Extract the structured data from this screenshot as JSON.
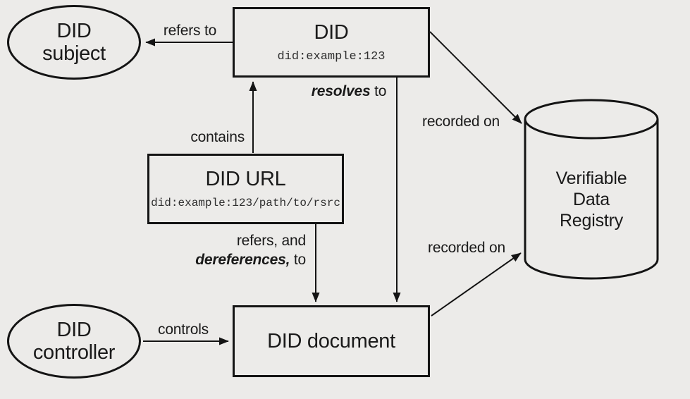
{
  "colors": {
    "background": "#ECEBE9",
    "stroke": "#141414",
    "text": "#1A1A1A",
    "mono_text": "#2E2E2E"
  },
  "nodes": {
    "did_subject": {
      "line1": "DID",
      "line2": "subject"
    },
    "did": {
      "title": "DID",
      "identifier": "did:example:123"
    },
    "did_url": {
      "title": "DID URL",
      "identifier": "did:example:123/path/to/rsrc"
    },
    "did_document": {
      "title": "DID document"
    },
    "did_controller": {
      "line1": "DID",
      "line2": "controller"
    },
    "verifiable_data_registry": {
      "line1": "Verifiable",
      "line2": "Data",
      "line3": "Registry"
    }
  },
  "edges": {
    "refers_to": {
      "label": "refers to"
    },
    "contains": {
      "label": "contains"
    },
    "resolves_to": {
      "emphasis": "resolves",
      "suffix": " to"
    },
    "dereferences_to": {
      "prefix_line": "refers, and",
      "emphasis": "dereferences,",
      "suffix": " to"
    },
    "controls": {
      "label": "controls"
    },
    "recorded_on_top": {
      "label": "recorded on"
    },
    "recorded_on_bottom": {
      "label": "recorded on"
    }
  }
}
